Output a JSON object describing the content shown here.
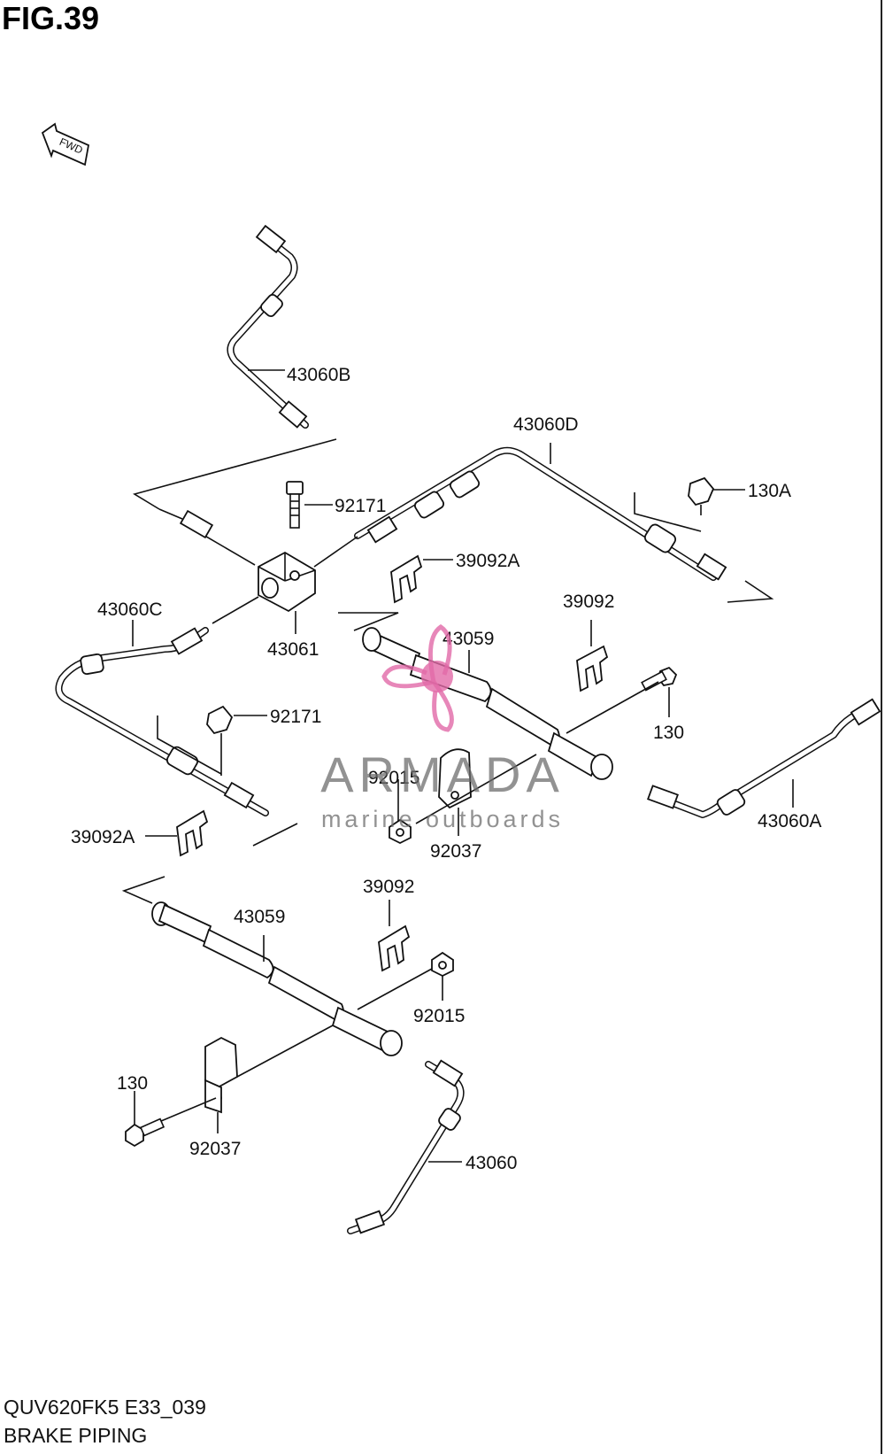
{
  "figure": {
    "title": "FIG.39",
    "fwd_label": "FWD"
  },
  "callouts": [
    {
      "id": "43060B",
      "text": "43060B"
    },
    {
      "id": "43060D",
      "text": "43060D"
    },
    {
      "id": "130A",
      "text": "130A"
    },
    {
      "id": "92171-top",
      "text": "92171"
    },
    {
      "id": "39092A-top",
      "text": "39092A"
    },
    {
      "id": "43060C",
      "text": "43060C"
    },
    {
      "id": "39092-top",
      "text": "39092"
    },
    {
      "id": "43059-top",
      "text": "43059"
    },
    {
      "id": "43061",
      "text": "43061"
    },
    {
      "id": "130-mid",
      "text": "130"
    },
    {
      "id": "92171-mid",
      "text": "92171"
    },
    {
      "id": "92015-mid",
      "text": "92015"
    },
    {
      "id": "43060A",
      "text": "43060A"
    },
    {
      "id": "39092A-mid",
      "text": "39092A"
    },
    {
      "id": "92037-mid",
      "text": "92037"
    },
    {
      "id": "39092-low",
      "text": "39092"
    },
    {
      "id": "43059-low",
      "text": "43059"
    },
    {
      "id": "92015-low",
      "text": "92015"
    },
    {
      "id": "130-low",
      "text": "130"
    },
    {
      "id": "92037-low",
      "text": "92037"
    },
    {
      "id": "43060",
      "text": "43060"
    }
  ],
  "watermark": {
    "brand": "ARMADA",
    "tagline": "marine outboards",
    "logo_icon": "propeller-icon",
    "logo_color": "#e26aa8"
  },
  "footer": {
    "model_code": "QUV620FK5 E33_039",
    "section_name": "BRAKE PIPING"
  }
}
